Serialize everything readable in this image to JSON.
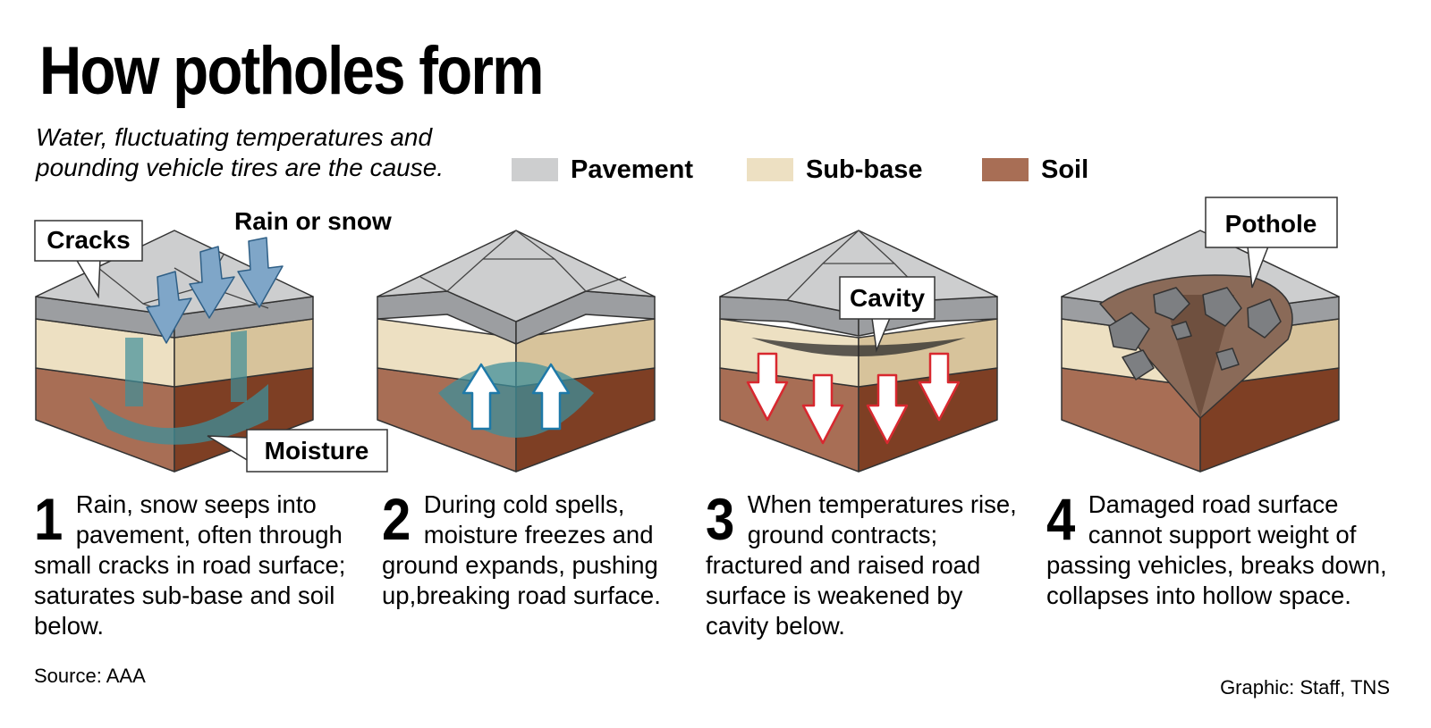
{
  "title": "How potholes form",
  "subtitle": "Water, fluctuating temperatures and pounding vehicle tires are the cause.",
  "legend": [
    {
      "label": "Pavement",
      "color": "#cdcecf"
    },
    {
      "label": "Sub-base",
      "color": "#ede0c2"
    },
    {
      "label": "Soil",
      "color": "#a86e55"
    }
  ],
  "colors": {
    "pavement_top": "#cdcecf",
    "pavement_side": "#9c9ea1",
    "subbase": "#ede0c2",
    "subbase_side": "#d7c39b",
    "soil": "#a86e55",
    "soil_side": "#7e3f24",
    "water": "#3f8f9a",
    "arrow_rain": "#7fa6c8",
    "arrow_up_outline": "#1e79a8",
    "arrow_down_outline": "#d8282f",
    "rubble": "#7d7f82"
  },
  "callouts": {
    "cracks": "Cracks",
    "rain": "Rain or snow",
    "moisture": "Moisture",
    "cavity": "Cavity",
    "pothole": "Pothole"
  },
  "steps": [
    {
      "number": "1",
      "text": "Rain, snow seeps into pavement, often through small cracks in road surface; saturates sub-base and soil below."
    },
    {
      "number": "2",
      "text": "During cold spells, moisture freezes and ground expands, pushing up,breaking road surface."
    },
    {
      "number": "3",
      "text": "When temperatures rise, ground contracts; fractured and raised road surface is weakened by cavity below."
    },
    {
      "number": "4",
      "text": "Damaged road surface cannot support weight of passing vehicles, breaks down, collapses into hollow space."
    }
  ],
  "source": "Source: AAA",
  "credit": "Graphic: Staff, TNS"
}
